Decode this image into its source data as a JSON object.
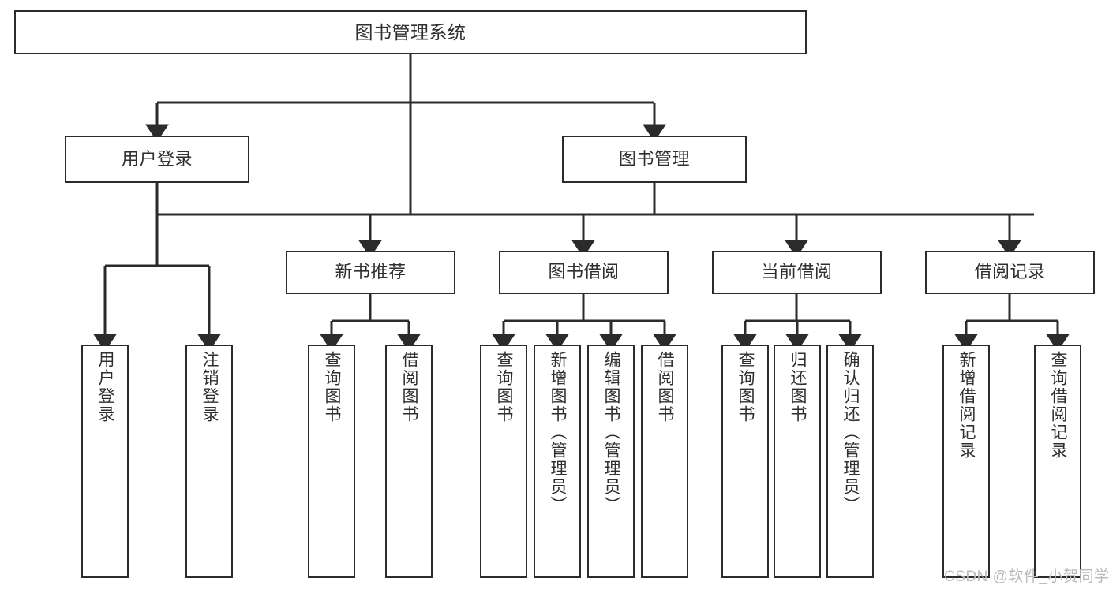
{
  "diagram": {
    "type": "tree",
    "title": "图书管理系统",
    "style": {
      "box_border_color": "#2b2b2b",
      "box_fill_color": "#ffffff",
      "text_color": "#2f2f2f",
      "line_color": "#2b2b2b",
      "background": "#ffffff"
    },
    "root": {
      "label": "图书管理系统"
    },
    "level2": [
      {
        "id": "user-login",
        "label": "用户登录"
      },
      {
        "id": "book-management",
        "label": "图书管理"
      }
    ],
    "level3": [
      {
        "id": "new-book-recommend",
        "label": "新书推荐"
      },
      {
        "id": "book-borrow",
        "label": "图书借阅"
      },
      {
        "id": "current-borrow",
        "label": "当前借阅"
      },
      {
        "id": "borrow-record",
        "label": "借阅记录"
      }
    ],
    "leaves": {
      "user_login": [
        {
          "id": "leaf-user-login",
          "label": "用户登录"
        },
        {
          "id": "leaf-logout-login",
          "label": "注销登录"
        }
      ],
      "new_book_recommend": [
        {
          "id": "leaf-query-book-1",
          "label": "查询图书"
        },
        {
          "id": "leaf-borrow-book-1",
          "label": "借阅图书"
        }
      ],
      "book_borrow": [
        {
          "id": "leaf-query-book-2",
          "label": "查询图书"
        },
        {
          "id": "leaf-add-book",
          "label": "新增图书（管理员）"
        },
        {
          "id": "leaf-edit-book",
          "label": "编辑图书（管理员）"
        },
        {
          "id": "leaf-borrow-book-2",
          "label": "借阅图书"
        }
      ],
      "current_borrow": [
        {
          "id": "leaf-query-book-3",
          "label": "查询图书"
        },
        {
          "id": "leaf-return-book",
          "label": "归还图书"
        },
        {
          "id": "leaf-confirm-return",
          "label": "确认归还（管理员）"
        }
      ],
      "borrow_record": [
        {
          "id": "leaf-add-record",
          "label": "新增借阅记录"
        },
        {
          "id": "leaf-query-record",
          "label": "查询借阅记录"
        }
      ]
    }
  },
  "watermark": {
    "text": "CSDN @软件_小贺同学"
  }
}
